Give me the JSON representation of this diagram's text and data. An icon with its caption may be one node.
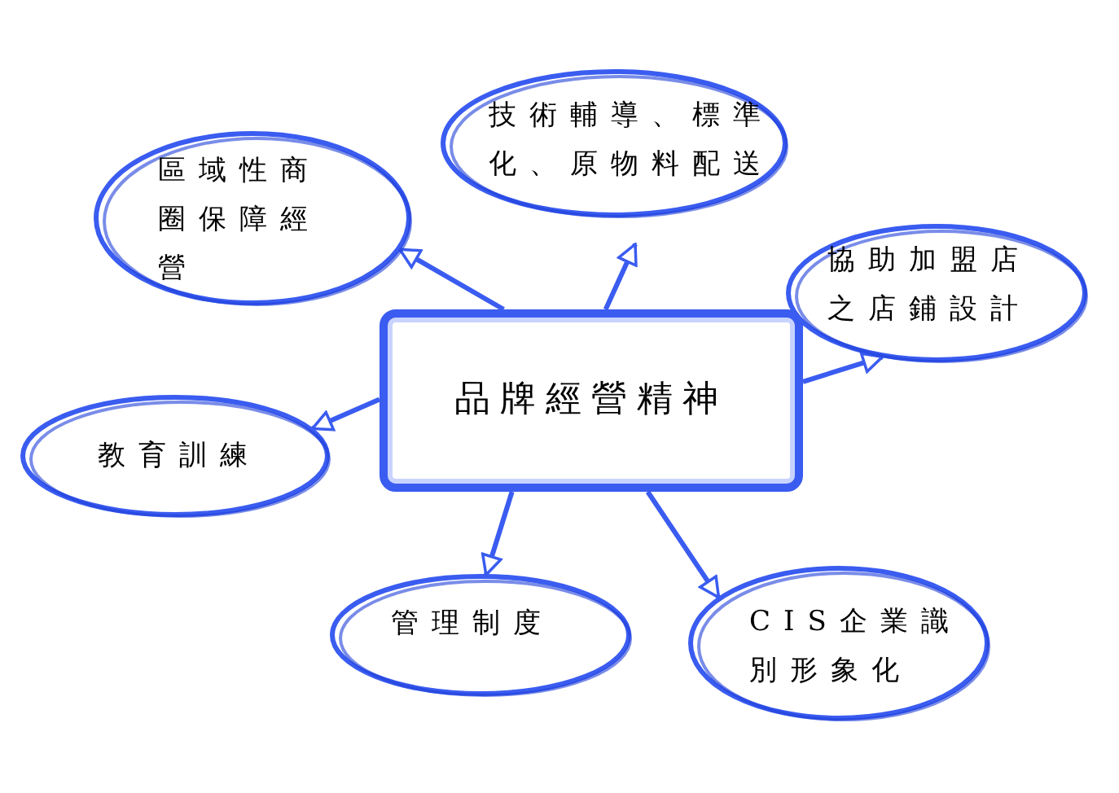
{
  "diagram": {
    "nodes": [
      {
        "text": [
          "品牌經營精神"
        ]
      },
      {
        "text": [
          "區域性商圈保障經營"
        ]
      },
      {
        "text": [
          "技術輔導、標準化、原物料配送"
        ]
      },
      {
        "text": [
          "協助加盟店之店鋪設計"
        ]
      },
      {
        "text": [
          "教育訓練"
        ]
      },
      {
        "text": [
          "管理制度"
        ]
      },
      {
        "text": [
          "CIS企業識別形象化"
        ]
      }
    ],
    "edges": [
      {
        "from": 0,
        "to": 1,
        "arrow": "to"
      },
      {
        "from": 0,
        "to": 2,
        "arrow": "to"
      },
      {
        "from": 0,
        "to": 3,
        "arrow": "to"
      },
      {
        "from": 0,
        "to": 4,
        "arrow": "to"
      },
      {
        "from": 0,
        "to": 5,
        "arrow": "to"
      },
      {
        "from": 0,
        "to": 6,
        "arrow": "to"
      }
    ]
  }
}
